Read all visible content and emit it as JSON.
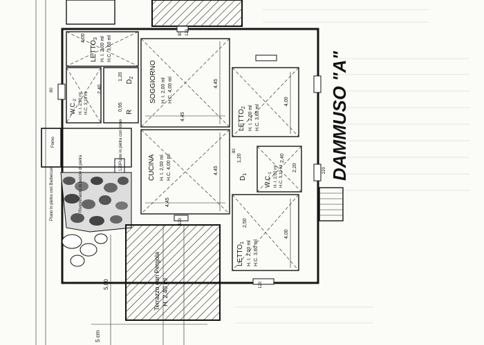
{
  "title": "DAMMUSO \"A\"",
  "rooms": {
    "letto3": {
      "name": "LETTO",
      "sub": "3",
      "hi": "H. I. 2,00 ml",
      "hc": "H.C. 3,60 ml"
    },
    "soggiorno": {
      "name": "SOGGIORNO",
      "hi": "H. I. 2,00 ml",
      "hc": "H.C. 4,00 ml"
    },
    "letto2": {
      "name": "LETTO",
      "sub": "2",
      "hi": "H. I. 2,00 ml",
      "hc": "H.C. 3,60 ml"
    },
    "cucina": {
      "name": "CUCINA",
      "hi": "H. I. 2,00 ml",
      "hc": "H.C. 4,00 ml"
    },
    "letto1": {
      "name": "LETTO",
      "sub": "1",
      "hi": "H. I. 2,00 ml",
      "hc": "H.C. 3,60 ml"
    },
    "wc2": {
      "name": "W.C.",
      "sub": "2",
      "hi": "H. I. 2,00 ml",
      "hc": "H.C. 3,10 ml"
    },
    "wc1": {
      "name": "W.C.",
      "sub": "1",
      "hi": "H. I. 2,00 ml",
      "hc": "H.C. 3,10 ml"
    },
    "d1": {
      "name": "D",
      "sub": "1"
    },
    "d2": {
      "name": "D",
      "sub": "2"
    },
    "r": {
      "name": "R"
    }
  },
  "terrace": {
    "line1": "Terrazzo con Pergola",
    "line2": "H. 2,40 ml"
  },
  "planes": {
    "plane1": "Piano in pietra con Barbecue",
    "plane2": "Rivestimento in basole di pietra",
    "plane3": "Piano in pietra con forno",
    "forno": "Forno"
  },
  "dims": {
    "d_400a": "4,00",
    "d_445a": "4,45",
    "d_445b": "4,45",
    "d_445c": "4,45",
    "d_445d": "4,45",
    "d_400b": "4,00",
    "d_400c": "4,00",
    "d_250": "2,50",
    "d_240a": "2,40",
    "d_240b": "2,40",
    "d_120a": "1,20",
    "d_120b": "1,20",
    "d_095": "0,95",
    "d_220": "2,20",
    "d_500": "5,00",
    "d_15cm": "5 cm",
    "d_80a": "80",
    "d_80b": "80",
    "d_80c": "80",
    "d_120c": "120",
    "d_120d": "120",
    "d_120e": "120",
    "d_120f": "120",
    "d_220b": "220"
  }
}
